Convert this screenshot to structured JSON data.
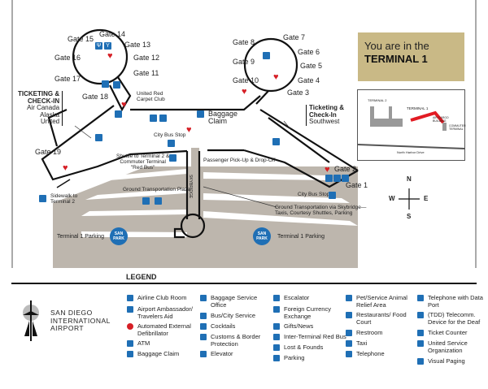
{
  "you_are_here": {
    "line1": "You are in the",
    "line2": "TERMINAL 1"
  },
  "gates": [
    "Gate 1",
    "Gate 2",
    "Gate 3",
    "Gate 4",
    "Gate 5",
    "Gate 6",
    "Gate 7",
    "Gate 8",
    "Gate 9",
    "Gate 10",
    "Gate 11",
    "Gate 12",
    "Gate 13",
    "Gate 14",
    "Gate 15",
    "Gate 16",
    "Gate 17",
    "Gate 18",
    "Gate 19"
  ],
  "labels": {
    "ticketing_left_title1": "TICKETING &",
    "ticketing_left_title2": "CHECK-IN",
    "airlines_left": [
      "Air Canada",
      "Alaska",
      "United"
    ],
    "ticketing_right_title1": "Ticketing &",
    "ticketing_right_title2": "Check-In",
    "airline_right": "Southwest",
    "united_club1": "United Red",
    "united_club2": "Carpet Club",
    "baggage1": "Baggage",
    "baggage2": "Claim",
    "city_bus_stop": "City Bus Stop",
    "city_bus_stop_right": "City Bus Stop",
    "shuttle1": "Shuttle to Terminal 2 &",
    "shuttle2": "Commuter Terminal",
    "shuttle3": "\"Red Bus\"",
    "pickup": "Passenger Pick-Up & Drop-Off",
    "gt_plaza": "Ground Transportation Plaza",
    "skybridge": "SKYBRIDGE",
    "gt_via1": "Ground Transportation via Skybridge—",
    "gt_via2": "Taxis, Courtesy Shuttles, Parking",
    "sidewalk1": "Sidewalk to",
    "sidewalk2": "Terminal 2",
    "parking_left": "Terminal 1 Parking",
    "parking_right": "Terminal 1 Parking",
    "san_park": "SAN PARK"
  },
  "inset": {
    "terminal2": "TERMINAL 2",
    "terminal1": "TERMINAL 1",
    "air_cargo": "AIR CARGO BUILDING",
    "commuter": "COMMUTER TERMINAL",
    "road": "North Harbor Drive"
  },
  "compass": {
    "n": "N",
    "s": "S",
    "e": "E",
    "w": "W"
  },
  "legend": {
    "title": "LEGEND",
    "logo": [
      "SAN DIEGO",
      "INTERNATIONAL",
      "AIRPORT"
    ],
    "items": [
      [
        "Airline Club Room",
        "Airport Ambassador/ Travelers Aid",
        "Automated External Defibrillator",
        "ATM",
        "Baggage Claim"
      ],
      [
        "Baggage Service Office",
        "Bus/City Service",
        "Cocktails",
        "Customs & Border Protection",
        "Elevator"
      ],
      [
        "Escalator",
        "Foreign Currency Exchange",
        "Gifts/News",
        "Inter-Terminal Red Bus",
        "Lost & Founds",
        "Parking"
      ],
      [
        "Pet/Service Animal Relief Area",
        "Restaurants/ Food Court",
        "Restroom",
        "Taxi",
        "Telephone"
      ],
      [
        "Telephone with Data Port",
        "(TDD) Telecomm. Device for the Deaf",
        "Ticket Counter",
        "United Service Organization",
        "Visual Paging"
      ]
    ]
  },
  "colors": {
    "icon_blue": "#1f6fb5",
    "aed_red": "#d61f26",
    "ground_gray": "#bdb6ad",
    "here_gold": "#c9b986"
  }
}
